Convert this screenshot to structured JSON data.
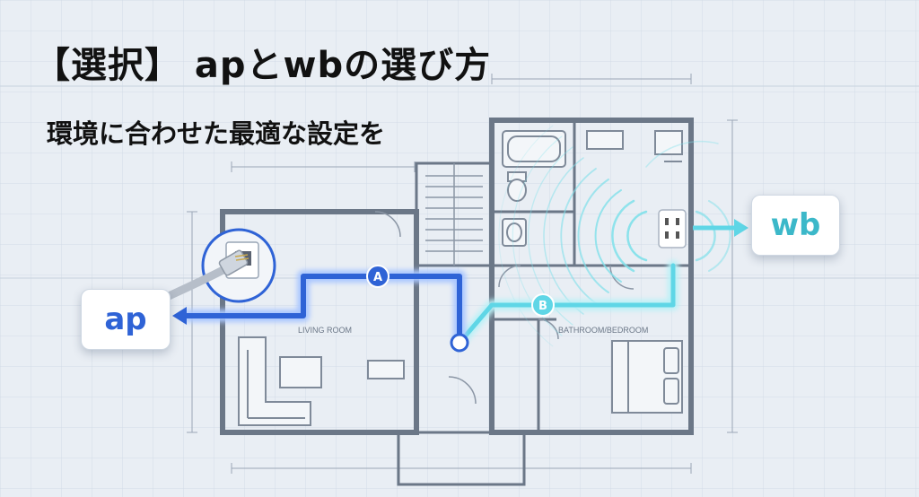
{
  "header": {
    "title": "【選択】 apとwbの選び方",
    "subtitle": "環境に合わせた最適な設定を"
  },
  "diagram": {
    "rooms": {
      "living": "LIVING ROOM",
      "bathroom": "BATHROOM/BEDROOM"
    },
    "routes": {
      "a_label": "A",
      "b_label": "B"
    },
    "targets": {
      "ap": "ap",
      "wb": "wb"
    }
  },
  "colors": {
    "route_a": "#2f63d6",
    "route_b": "#5fd6e6",
    "wb_text": "#3cb8c9",
    "plan_line": "#6b7787",
    "grid": "#d2dbe6"
  }
}
